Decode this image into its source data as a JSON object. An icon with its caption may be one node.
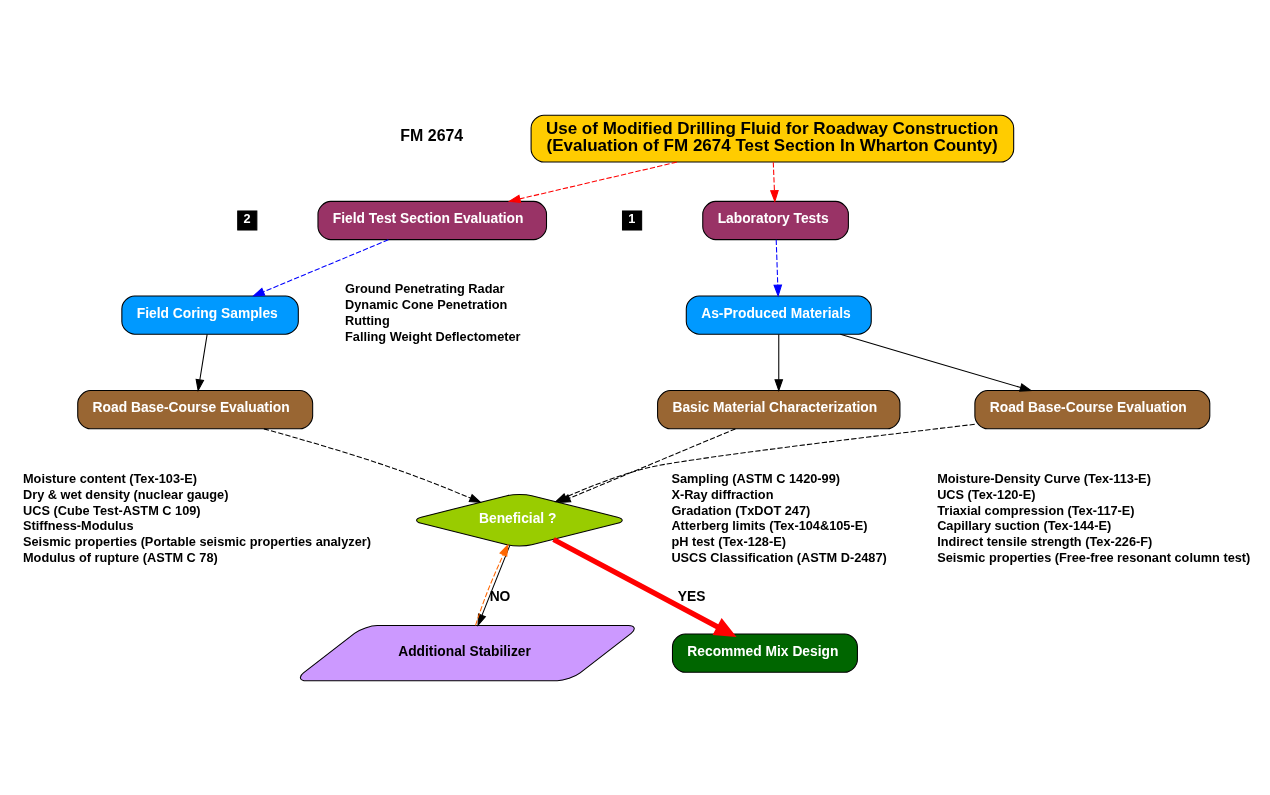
{
  "diagram": {
    "nodes": [
      {
        "text": [
          "Use of Modified Drilling Fluid for Roadway Construction",
          "(Evaluation of FM 2674 Test Section In Wharton County)"
        ]
      },
      {
        "text": [
          "Laboratory Tests"
        ]
      },
      {
        "text": [
          "Field Test Section Evaluation"
        ],
        "beside": [
          "Ground Penetrating Radar",
          "Dynamic Cone Penetration",
          "Rutting",
          "Falling Weight Deflectometer"
        ]
      },
      {
        "text": [
          "As-Produced Materials"
        ]
      },
      {
        "text": [
          "Basic Material Characterization"
        ],
        "beside": [
          "Sampling (ASTM C 1420-99)",
          "X-Ray diffraction",
          "Gradation (TxDOT 247)",
          "Atterberg limits (Tex-104&105-E)",
          "pH test (Tex-128-E)",
          "USCS Classification (ASTM D-2487)"
        ]
      },
      {
        "text": [
          "Road Base-Course Evaluation"
        ],
        "beside": [
          "Moisture-Density Curve (Tex-113-E)",
          "UCS (Tex-120-E)",
          "Triaxial compression (Tex-117-E)",
          "Capillary suction (Tex-144-E)",
          "Indirect tensile strength (Tex-226-F)",
          "Seismic properties (Free-free resonant column test)"
        ]
      },
      {
        "text": [
          "Field Coring Samples"
        ]
      },
      {
        "text": [
          "Road Base-Course Evaluation"
        ],
        "beside": [
          "Moisture content (Tex-103-E)",
          "Dry & wet density (nuclear gauge)",
          "UCS (Cube Test-ASTM C 109)",
          "Stiffness-Modulus",
          "Seismic properties (Portable seismic properties analyzer)",
          "Modulus of rupture (ASTM C 78)"
        ]
      },
      {
        "text": [
          "Beneficial ?"
        ]
      },
      {
        "text": [
          "Additional Stabilizer"
        ]
      },
      {
        "text": [
          "Recommed Mix Design"
        ]
      }
    ],
    "edges": [
      {
        "from": 0,
        "to": 1,
        "arrow": "to",
        "style": "dashed",
        "color": "#ff0000"
      },
      {
        "from": 0,
        "to": 2,
        "arrow": "to",
        "style": "dashed",
        "color": "#ff0000"
      },
      {
        "from": 1,
        "to": 3,
        "arrow": "to",
        "style": "dashed",
        "color": "#0000ff"
      },
      {
        "from": 3,
        "to": 4,
        "arrow": "to"
      },
      {
        "from": 3,
        "to": 5,
        "arrow": "to"
      },
      {
        "from": 4,
        "to": 8,
        "arrow": "to",
        "style": "dashed"
      },
      {
        "from": 5,
        "to": 8,
        "arrow": "to",
        "style": "dashed"
      },
      {
        "from": 2,
        "to": 6,
        "arrow": "to",
        "style": "dashed",
        "color": "#0000ff"
      },
      {
        "from": 6,
        "to": 7,
        "arrow": "to"
      },
      {
        "from": 7,
        "to": 8,
        "arrow": "to",
        "style": "dashed"
      },
      {
        "from": 8,
        "to": 9,
        "arrow": "to",
        "label": "NO"
      },
      {
        "from": 8,
        "to": 10,
        "arrow": "to",
        "label": "YES",
        "style": "thick",
        "color": "#ff0000"
      },
      {
        "from": 9,
        "to": 8,
        "arrow": "to",
        "style": "dashed",
        "color": "#ff6600"
      }
    ],
    "labels": [
      "1",
      "FM 2674",
      "2"
    ]
  }
}
